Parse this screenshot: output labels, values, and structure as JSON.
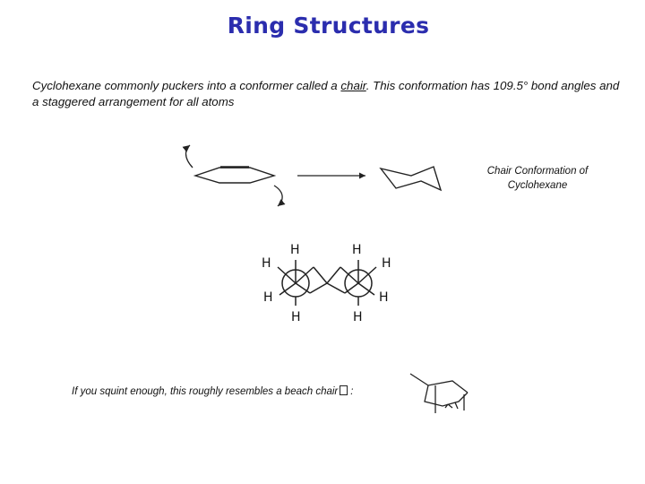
{
  "slide": {
    "title": "Ring Structures",
    "intro_before": "Cyclohexane commonly puckers into a conformer called a ",
    "intro_underlined": "chair",
    "intro_after": ".  This conformation has 109.5° bond angles and a staggered arrangement for all atoms",
    "caption": "Chair Conformation of Cyclohexane",
    "squint_text": "If you squint enough, this roughly resembles a beach chair",
    "squint_suffix": ":",
    "newman_labels": {
      "top_left": "H",
      "top_right": "H",
      "left_upper": "H",
      "right_upper": "H",
      "left_lower": "H",
      "right_lower": "H",
      "bottom_left": "H",
      "bottom_right": "H"
    }
  },
  "icons": [
    "curved-arrow-icon",
    "flat-ring-icon",
    "right-arrow-icon",
    "chair-ring-icon",
    "newman-projection-icon",
    "beach-chair-icon"
  ]
}
